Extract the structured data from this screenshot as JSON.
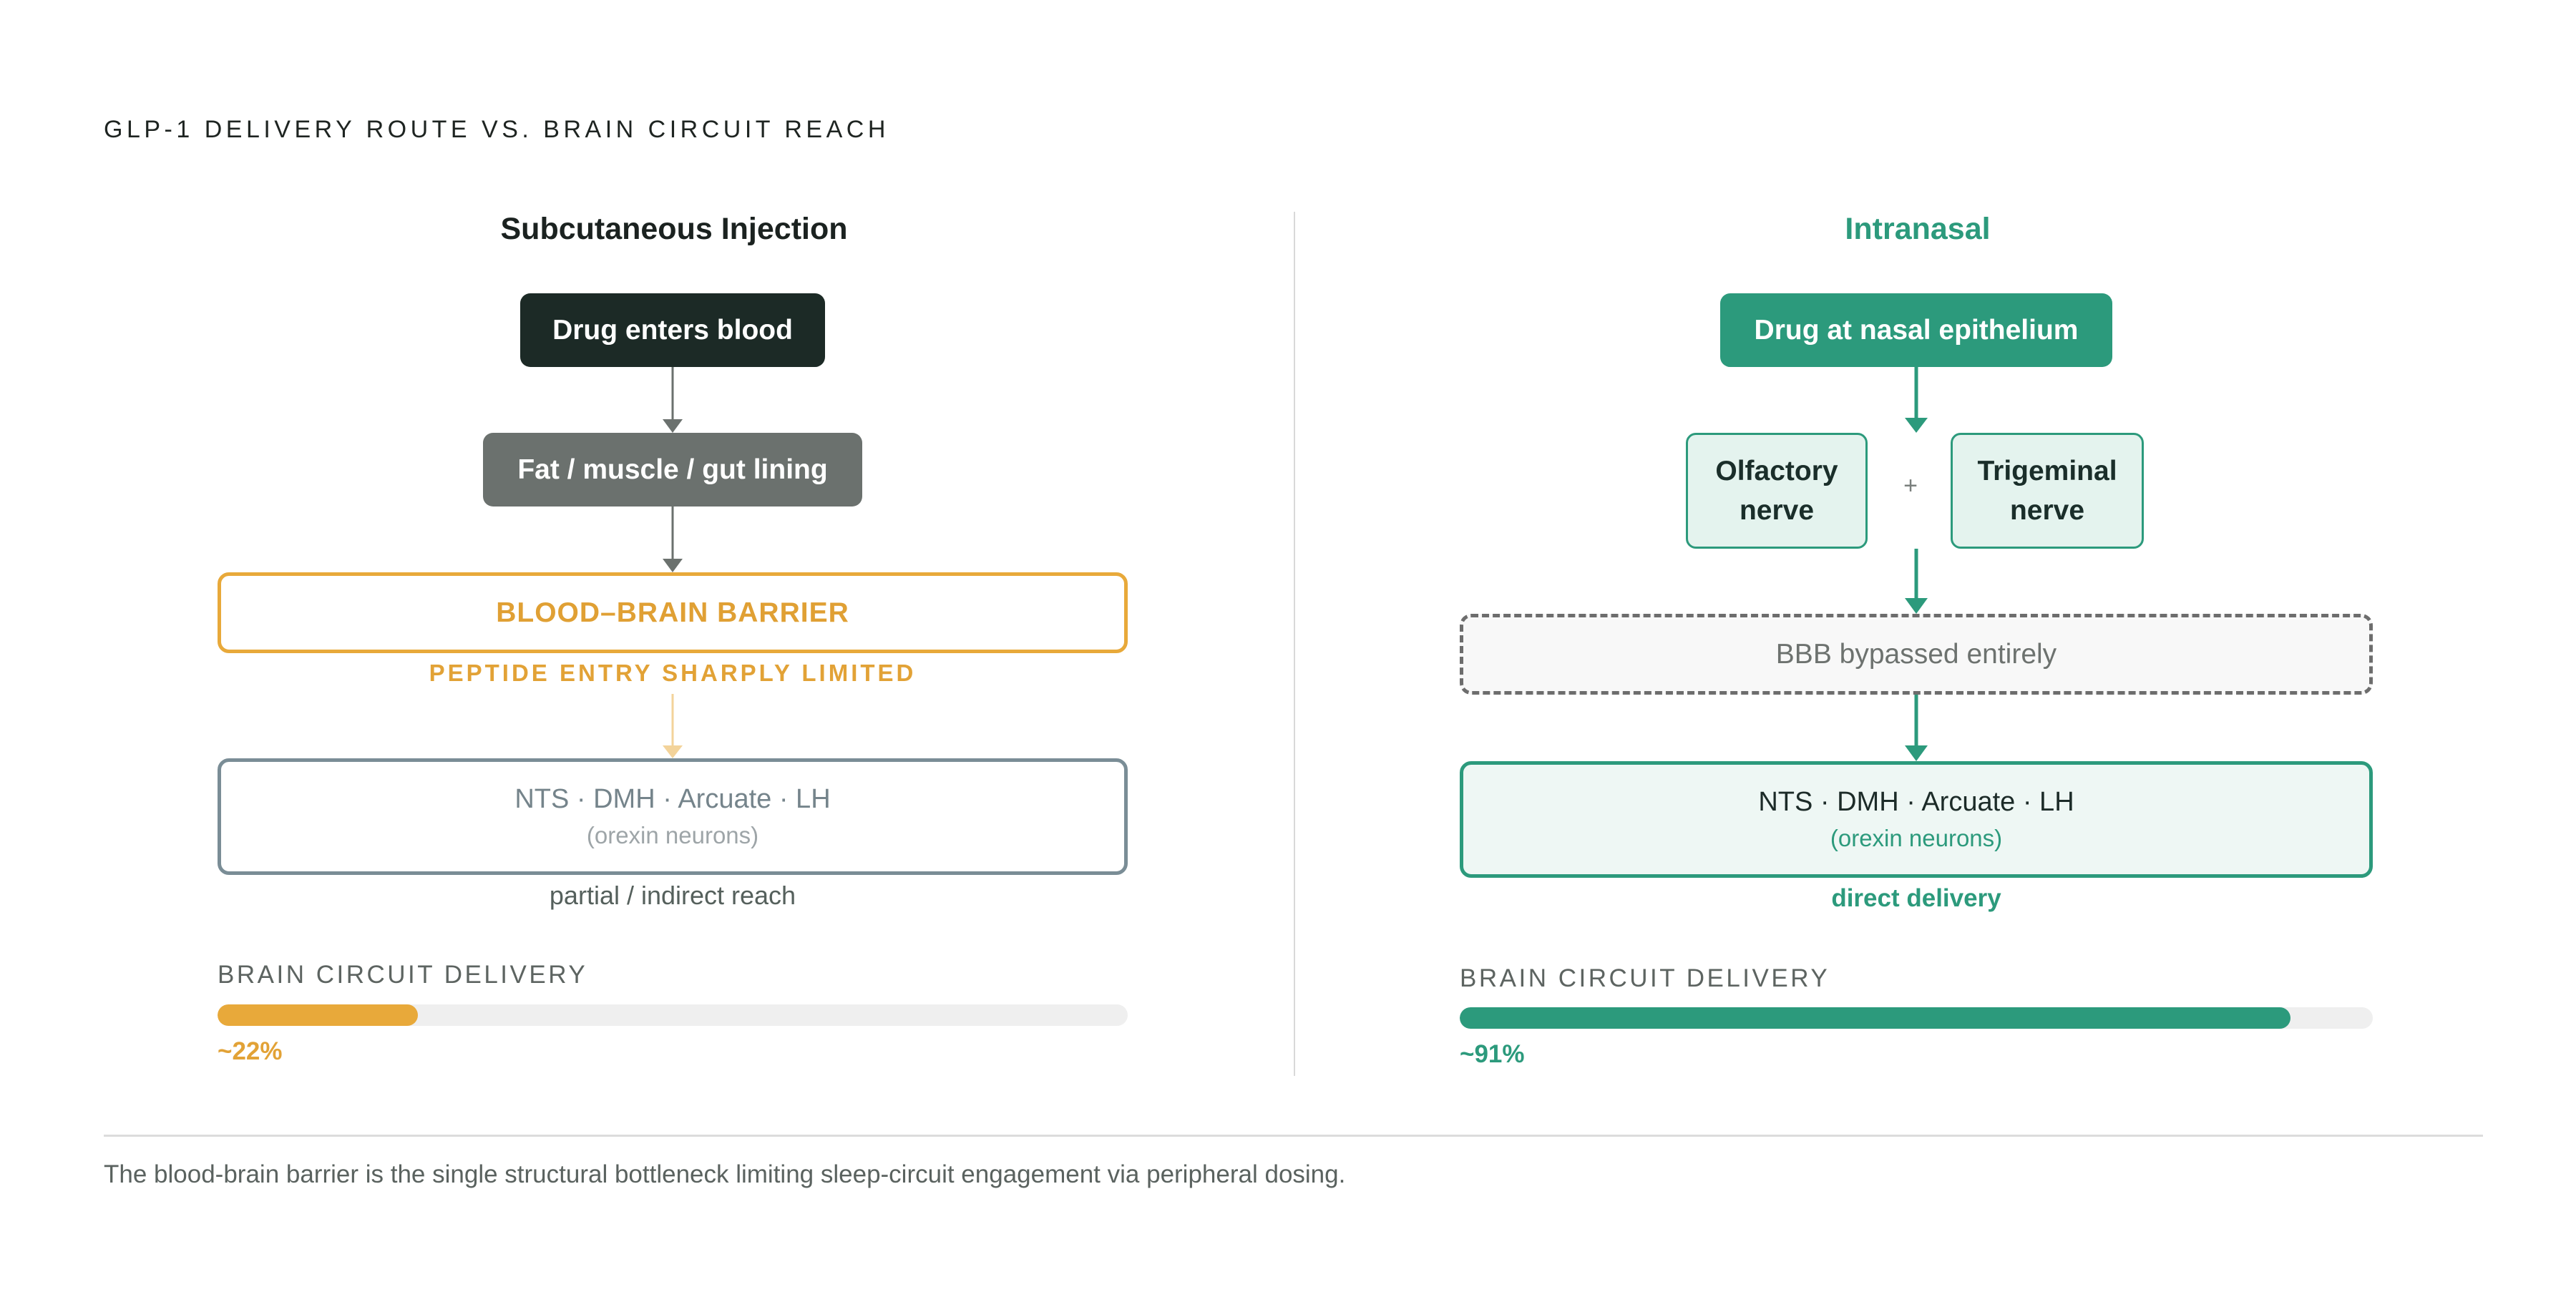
{
  "header": {
    "title": "GLP-1 DELIVERY ROUTE VS. BRAIN CIRCUIT REACH"
  },
  "left_panel": {
    "title": "Subcutaneous Injection",
    "step1": "Drug enters blood",
    "step2": "Fat / muscle / gut lining",
    "barrier": "BLOOD–BRAIN BARRIER",
    "barrier_caption": "PEPTIDE ENTRY SHARPLY LIMITED",
    "target_line": "NTS · DMH · Arcuate · LH",
    "target_sub": "(orexin neurons)",
    "reach_note": "partial / indirect reach",
    "meter_label": "BRAIN CIRCUIT DELIVERY",
    "meter_value_text": "~22%",
    "meter_fraction": 0.22
  },
  "right_panel": {
    "title": "Intranasal",
    "step1": "Drug at nasal epithelium",
    "nerve_a_line1": "Olfactory",
    "nerve_a_line2": "nerve",
    "plus": "+",
    "nerve_b_line1": "Trigeminal",
    "nerve_b_line2": "nerve",
    "bypass": "BBB bypassed entirely",
    "target_line": "NTS · DMH · Arcuate · LH",
    "target_sub": "(orexin neurons)",
    "reach_note": "direct delivery",
    "meter_label": "BRAIN CIRCUIT DELIVERY",
    "meter_value_text": "~91%",
    "meter_fraction": 0.91
  },
  "footer": {
    "note": "The blood-brain barrier is the single structural bottleneck limiting sleep-circuit engagement via peripheral dosing."
  },
  "colors": {
    "dark": "#1c2a26",
    "grey": "#6b716e",
    "amber": "#e8a93a",
    "teal": "#2c9a7c",
    "slate": "#7a8d96",
    "dashed": "#6d6d6d"
  }
}
